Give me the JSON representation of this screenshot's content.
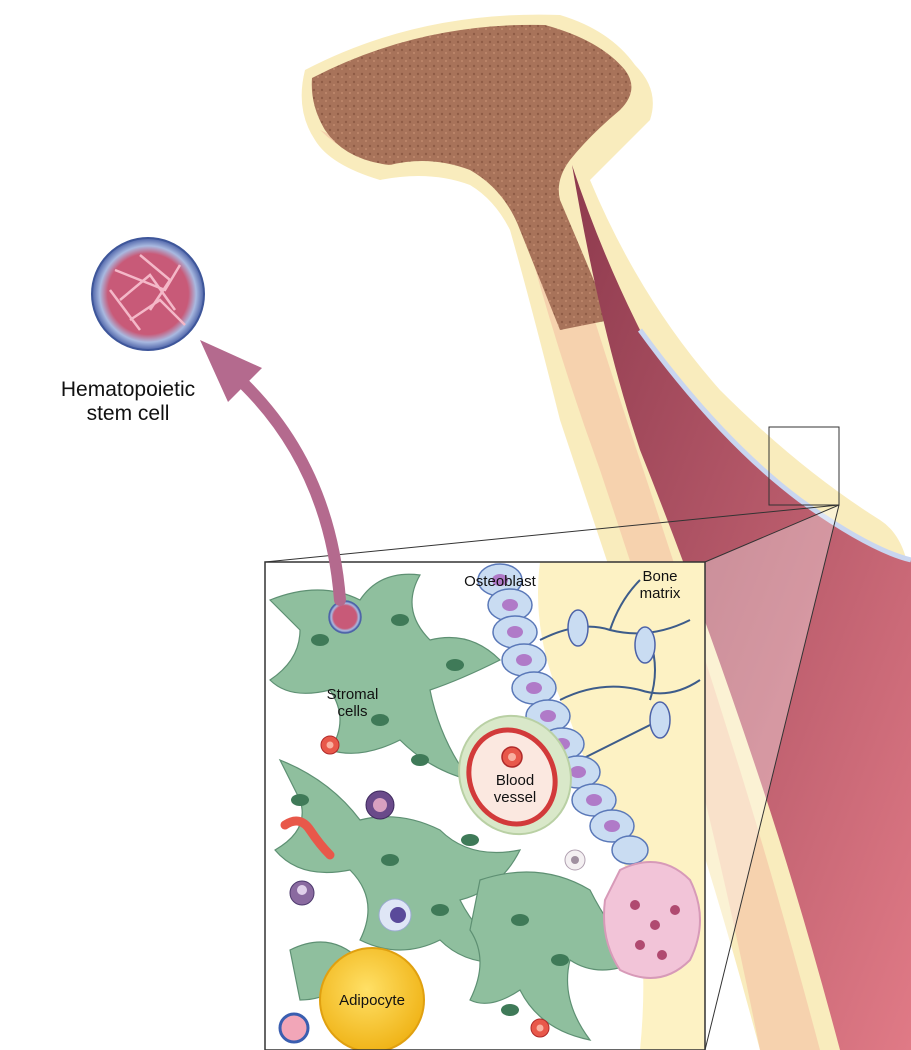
{
  "labels": {
    "hsc_line1": "Hematopoietic",
    "hsc_line2": "stem cell",
    "osteoblast": "Osteoblast",
    "bone_line1": "Bone",
    "bone_line2": "matrix",
    "stromal_line1": "Stromal",
    "stromal_line2": "cells",
    "blood_line1": "Blood",
    "blood_line2": "vessel",
    "adipocyte": "Adipocyte"
  },
  "colors": {
    "bone_cortex": "#f9ecbd",
    "spongy_bone": "#a8735a",
    "marrow": "#c25a6e",
    "stromal": "#8fbf9e",
    "osteoblast": "#c9dcf2",
    "adipocyte": "#f2c230",
    "arrow": "#b46a8e"
  }
}
